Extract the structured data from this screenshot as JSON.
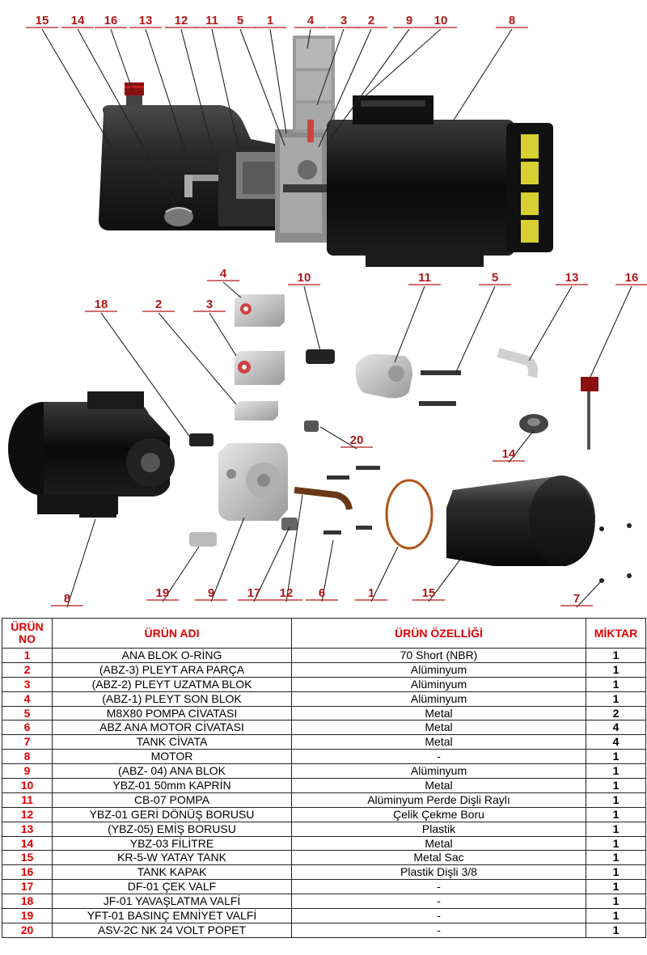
{
  "assembly_callouts": [
    "15",
    "14",
    "16",
    "13",
    "12",
    "11",
    "5",
    "1",
    "4",
    "3",
    "2",
    "9",
    "10",
    "8"
  ],
  "exploded_callouts": [
    "4",
    "10",
    "11",
    "5",
    "13",
    "16",
    "18",
    "2",
    "3",
    "20",
    "14",
    "8",
    "19",
    "9",
    "17",
    "12",
    "6",
    "1",
    "15",
    "7"
  ],
  "table": {
    "headers": {
      "no": "ÜRÜN NO",
      "name": "ÜRÜN ADI",
      "spec": "ÜRÜN ÖZELLİĞİ",
      "qty": "MİKTAR"
    },
    "rows": [
      {
        "no": "1",
        "name": "ANA BLOK O-RİNG",
        "spec": "70 Short (NBR)",
        "qty": "1"
      },
      {
        "no": "2",
        "name": "(ABZ-3) PLEYT ARA PARÇA",
        "spec": "Alüminyum",
        "qty": "1"
      },
      {
        "no": "3",
        "name": "(ABZ-2) PLEYT UZATMA BLOK",
        "spec": "Alüminyum",
        "qty": "1"
      },
      {
        "no": "4",
        "name": "(ABZ-1) PLEYT SON BLOK",
        "spec": "Alüminyum",
        "qty": "1"
      },
      {
        "no": "5",
        "name": "M8X80 POMPA CİVATASI",
        "spec": "Metal",
        "qty": "2"
      },
      {
        "no": "6",
        "name": "ABZ ANA MOTOR CİVATASI",
        "spec": "Metal",
        "qty": "4"
      },
      {
        "no": "7",
        "name": "TANK CİVATA",
        "spec": "Metal",
        "qty": "4"
      },
      {
        "no": "8",
        "name": "MOTOR",
        "spec": "-",
        "qty": "1"
      },
      {
        "no": "9",
        "name": "(ABZ- 04) ANA BLOK",
        "spec": "Alüminyum",
        "qty": "1"
      },
      {
        "no": "10",
        "name": "YBZ-01 50mm KAPRİN",
        "spec": "Metal",
        "qty": "1"
      },
      {
        "no": "11",
        "name": "CB-07 POMPA",
        "spec": "Alüminyum Perde Dişli Raylı",
        "qty": "1"
      },
      {
        "no": "12",
        "name": "YBZ-01 GERİ DÖNÜŞ BORUSU",
        "spec": "Çelik Çekme Boru",
        "qty": "1"
      },
      {
        "no": "13",
        "name": "(YBZ-05) EMİŞ BORUSU",
        "spec": "Plastik",
        "qty": "1"
      },
      {
        "no": "14",
        "name": "YBZ-03 FİLİTRE",
        "spec": "Metal",
        "qty": "1"
      },
      {
        "no": "15",
        "name": "KR-5-W YATAY TANK",
        "spec": "Metal Sac",
        "qty": "1"
      },
      {
        "no": "16",
        "name": "TANK KAPAK",
        "spec": "Plastik Dişli 3/8",
        "qty": "1"
      },
      {
        "no": "17",
        "name": "DF-01 ÇEK VALF",
        "spec": "-",
        "qty": "1"
      },
      {
        "no": "18",
        "name": "JF-01 YAVAŞLATMA VALFİ",
        "spec": "-",
        "qty": "1"
      },
      {
        "no": "19",
        "name": "YFT-01 BASINÇ EMNİYET VALFİ",
        "spec": "-",
        "qty": "1"
      },
      {
        "no": "20",
        "name": "ASV-2C NK 24 VOLT POPET",
        "spec": "-",
        "qty": "1"
      }
    ]
  },
  "colors": {
    "callout": "#b01818",
    "header": "#e00000",
    "motor": "#141414",
    "yellow": "#d8cf30",
    "aluminum": "#c8c8c8"
  }
}
